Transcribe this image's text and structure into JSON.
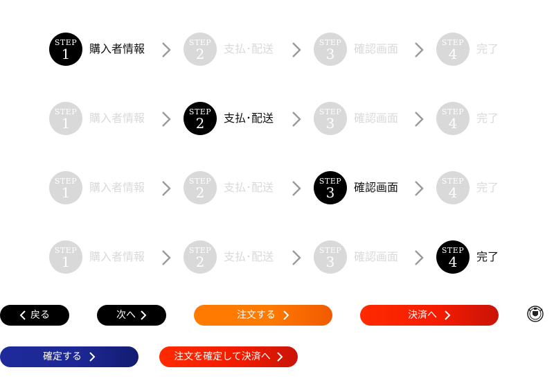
{
  "steps_rows": [
    {
      "active_index": 0,
      "steps": [
        {
          "word": "STEP",
          "num": "1",
          "label": "購入者情報"
        },
        {
          "word": "STEP",
          "num": "2",
          "label": "支払･配送"
        },
        {
          "word": "STEP",
          "num": "3",
          "label": "確認画面"
        },
        {
          "word": "STEP",
          "num": "4",
          "label": "完了"
        }
      ]
    },
    {
      "active_index": 1,
      "steps": [
        {
          "word": "STEP",
          "num": "1",
          "label": "購入者情報"
        },
        {
          "word": "STEP",
          "num": "2",
          "label": "支払･配送"
        },
        {
          "word": "STEP",
          "num": "3",
          "label": "確認画面"
        },
        {
          "word": "STEP",
          "num": "4",
          "label": "完了"
        }
      ]
    },
    {
      "active_index": 2,
      "steps": [
        {
          "word": "STEP",
          "num": "1",
          "label": "購入者情報"
        },
        {
          "word": "STEP",
          "num": "2",
          "label": "支払･配送"
        },
        {
          "word": "STEP",
          "num": "3",
          "label": "確認画面"
        },
        {
          "word": "STEP",
          "num": "4",
          "label": "完了"
        }
      ]
    },
    {
      "active_index": 3,
      "steps": [
        {
          "word": "STEP",
          "num": "1",
          "label": "購入者情報"
        },
        {
          "word": "STEP",
          "num": "2",
          "label": "支払･配送"
        },
        {
          "word": "STEP",
          "num": "3",
          "label": "確認画面"
        },
        {
          "word": "STEP",
          "num": "4",
          "label": "完了"
        }
      ]
    }
  ],
  "buttons": {
    "back": "戻る",
    "next": "次へ",
    "order": "注文する",
    "settle": "決済へ",
    "confirm": "確定する",
    "confirm_and_settle": "注文を確定して決済へ"
  },
  "colors": {
    "active_step": "#000000",
    "inactive_step": "#d9d9d9",
    "orange": "#ff7a00",
    "red": "#ff2a00",
    "navy": "#1f2a9a"
  },
  "icons": {
    "chevron": "chevron-right-icon",
    "back": "chevron-left-icon",
    "emblem": "crest-emblem-icon"
  }
}
